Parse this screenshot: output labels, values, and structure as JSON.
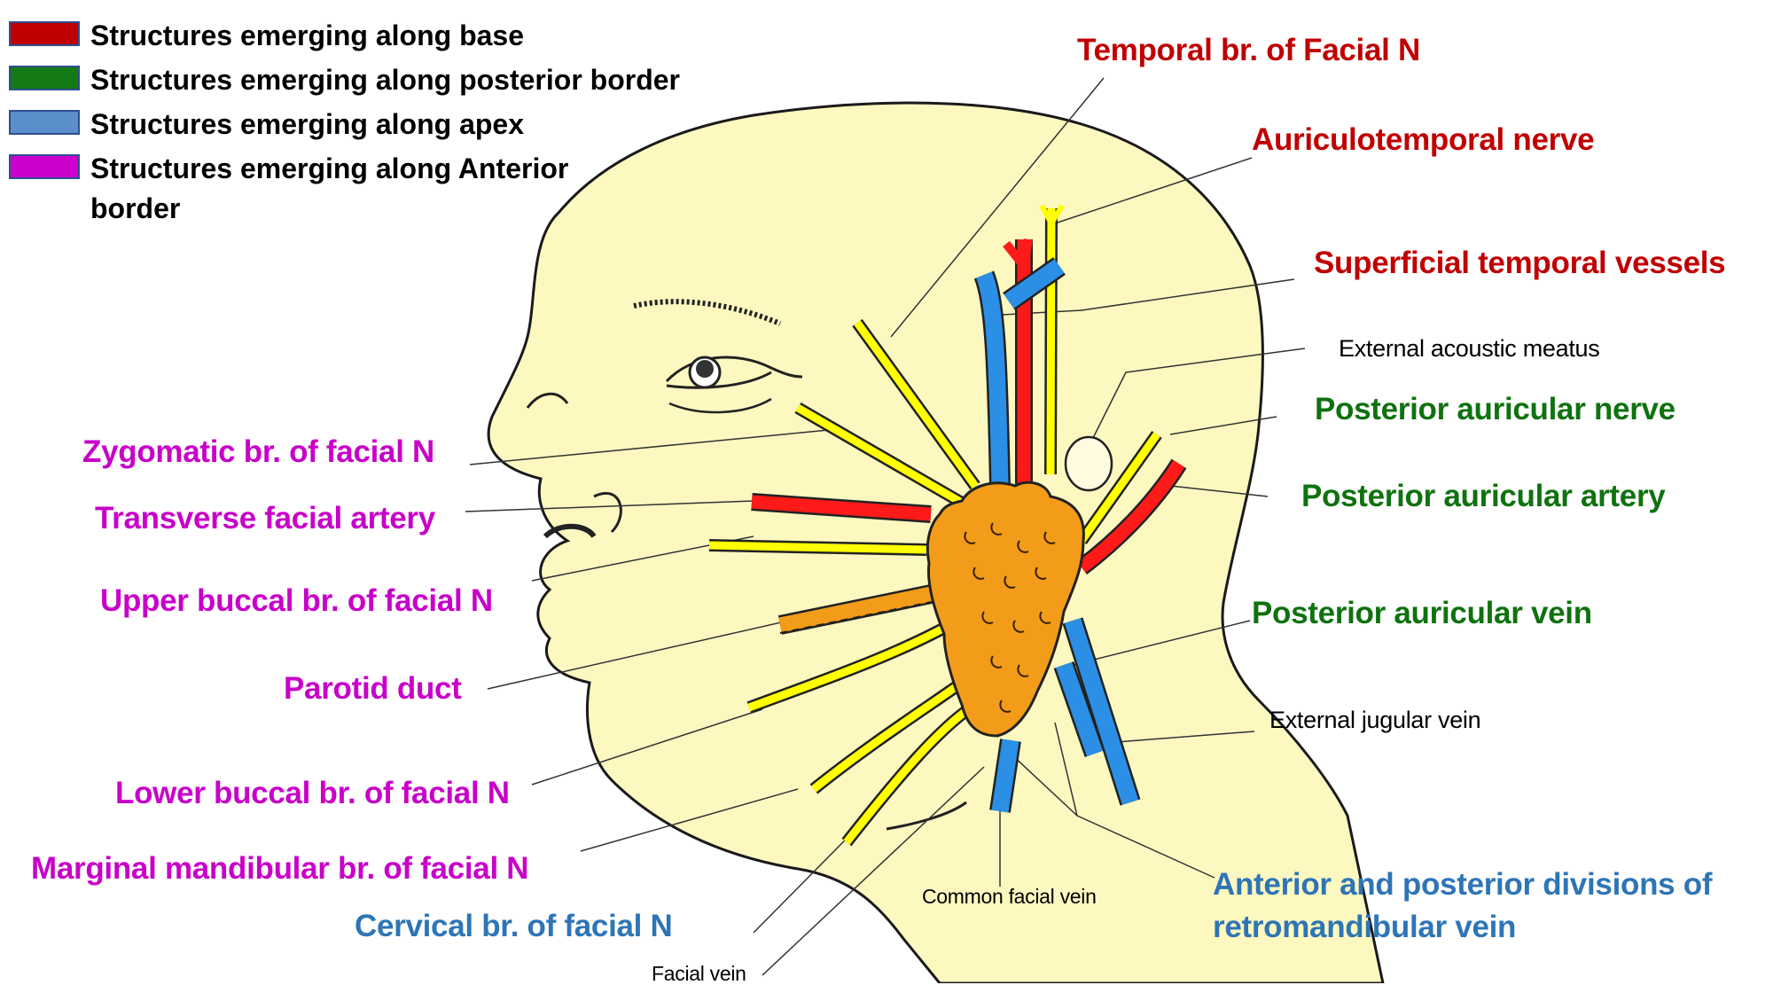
{
  "legend": [
    {
      "label": "Structures emerging along base",
      "color": "#c00000"
    },
    {
      "label": "Structures emerging along posterior border",
      "color": "#157a15"
    },
    {
      "label": "Structures emerging along apex",
      "color": "#5a8fcb"
    },
    {
      "label": "Structures emerging along Anterior border",
      "color": "#cc00cc"
    }
  ],
  "colors": {
    "base": "#c00000",
    "posterior": "#0f720f",
    "apex": "#2e75b6",
    "anterior": "#c800c8",
    "plain": "#000000",
    "skin": "#fdf8c0",
    "gland": "#f29c1a",
    "nerve": "#ffff00",
    "artery": "#ff1a1a",
    "vein": "#2b8fe6"
  },
  "labels": {
    "temporal_branch": "Temporal br. of Facial N",
    "auriculotemporal": "Auriculotemporal nerve",
    "superficial_temporal": "Superficial temporal vessels",
    "external_acoustic": "External acoustic meatus",
    "posterior_auricular_nerve": "Posterior auricular nerve",
    "posterior_auricular_artery": "Posterior auricular artery",
    "posterior_auricular_vein": "Posterior auricular vein",
    "external_jugular": "External jugular vein",
    "retromandibular": "Anterior and posterior divisions of retromandibular vein",
    "zygomatic": "Zygomatic br. of facial N",
    "transverse_facial": "Transverse facial artery",
    "upper_buccal": "Upper buccal br. of facial N",
    "parotid_duct": "Parotid duct",
    "lower_buccal": "Lower buccal br. of facial N",
    "marginal_mandibular": "Marginal mandibular br. of facial N",
    "cervical": "Cervical br. of facial N",
    "common_facial_vein": "Common facial vein",
    "facial_vein": "Facial vein"
  }
}
